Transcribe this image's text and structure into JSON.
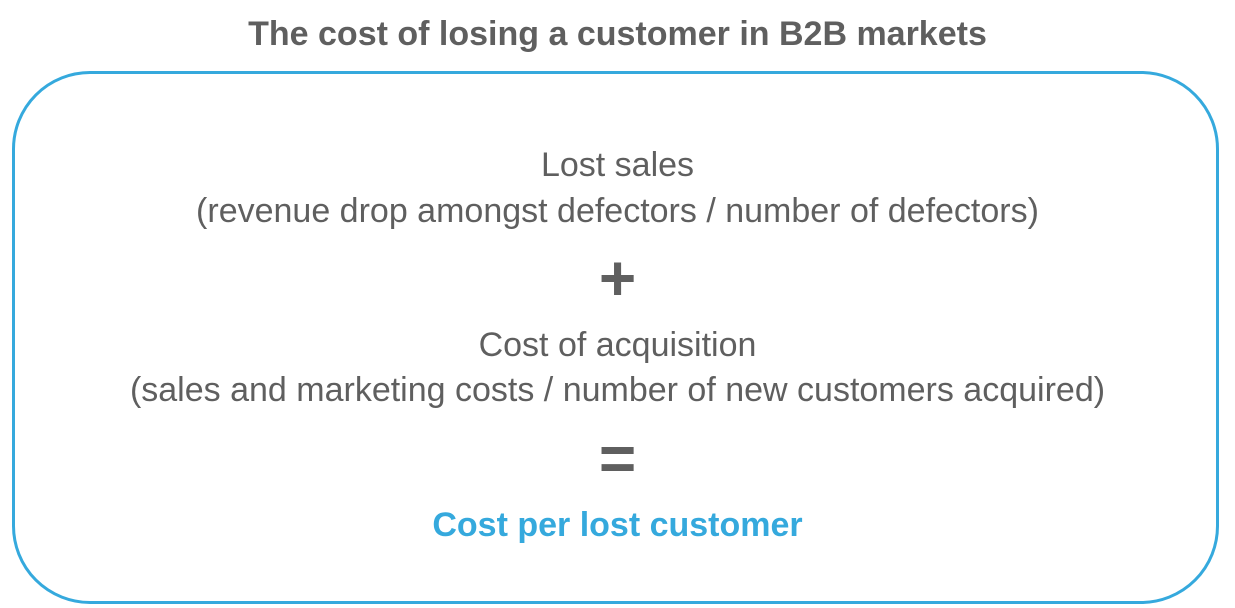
{
  "title": "The cost of losing a customer in B2B markets",
  "formula": {
    "term1": {
      "label": "Lost sales",
      "detail": "(revenue drop amongst defectors / number of defectors)"
    },
    "plus": "+",
    "term2": {
      "label": "Cost of acquisition",
      "detail": "(sales and marketing costs / number of new customers acquired)"
    },
    "equals": "=",
    "result": "Cost per lost customer"
  },
  "colors": {
    "accent": "#35a9dd",
    "text": "#5f5f5f"
  }
}
